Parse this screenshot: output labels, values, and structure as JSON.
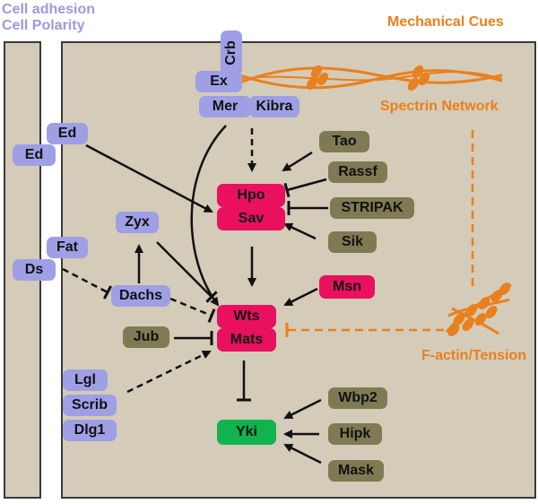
{
  "labels": {
    "cell_adhesion": "Cell adhesion",
    "cell_polarity": "Cell Polarity",
    "mechanical_cues": "Mechanical Cues",
    "spectrin_network": "Spectrin Network",
    "factin_tension": "F-actin/Tension"
  },
  "nodes": {
    "crb": "Crb",
    "ex": "Ex",
    "mer": "Mer",
    "kibra": "Kibra",
    "ed_right": "Ed",
    "ed_left": "Ed",
    "fat": "Fat",
    "ds": "Ds",
    "zyx": "Zyx",
    "dachs": "Dachs",
    "tao": "Tao",
    "rassf": "Rassf",
    "stripak": "STRIPAK",
    "sik": "Sik",
    "hpo": "Hpo",
    "sav": "Sav",
    "msn": "Msn",
    "wts": "Wts",
    "mats": "Mats",
    "jub": "Jub",
    "lgl": "Lgl",
    "scrib": "Scrib",
    "dlg1": "Dlg1",
    "yki": "Yki",
    "wbp2": "Wbp2",
    "hipk": "Hipk",
    "mask": "Mask"
  },
  "colors": {
    "cell_fill": "#d4cbb8",
    "purple_node": "#9f9fe6",
    "olive_node": "#7f7a53",
    "pink_node": "#e8105f",
    "green_node": "#11b34f",
    "orange": "#e9801e",
    "arrow": "#111111"
  }
}
